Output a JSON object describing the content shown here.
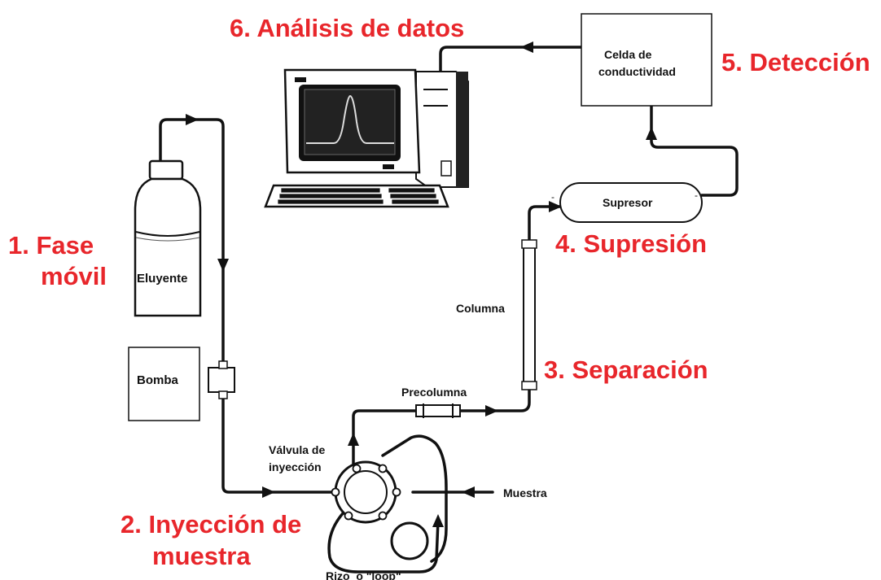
{
  "steps": {
    "s1_line1": "1. Fase",
    "s1_line2": "móvil",
    "s2_line1": "2. Inyección de",
    "s2_line2": "muestra",
    "s3": "3. Separación",
    "s4": "4. Supresión",
    "s5": "5. Detección",
    "s6": "6. Análisis de datos"
  },
  "labels": {
    "eluyente": "Eluyente",
    "bomba": "Bomba",
    "valvula_line1": "Válvula de",
    "valvula_line2": "inyección",
    "muestra": "Muestra",
    "rizo": "Rizo  o \"loop\"",
    "precolumna": "Precolumna",
    "columna": "Columna",
    "supresor": "Supresor",
    "celda_line1": "Celda de",
    "celda_line2": "conductividad"
  },
  "colors": {
    "step_text": "#e8262b",
    "lines": "#111111"
  }
}
